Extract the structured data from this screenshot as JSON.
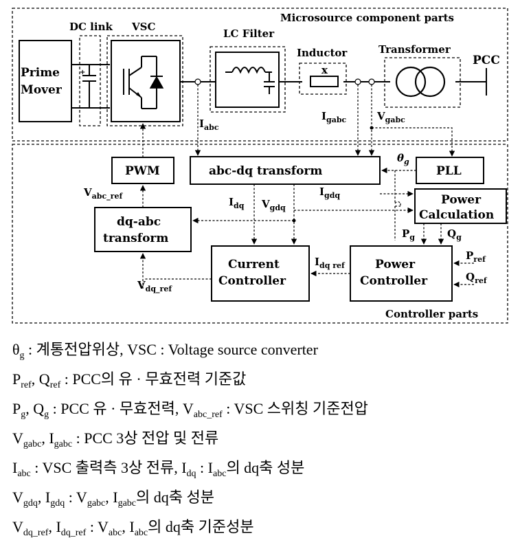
{
  "regions": {
    "microsource": "Microsource component parts",
    "controller": "Controller parts"
  },
  "labels": {
    "dc_link": "DC link",
    "vsc": "VSC",
    "lc_filter": "LC Filter",
    "inductor": "Inductor",
    "inductor_x": "x",
    "transformer": "Transformer",
    "pcc": "PCC",
    "prime_mover_1": "Prime",
    "prime_mover_2": "Mover",
    "pwm": "PWM",
    "abcdq": "abc-dq transform",
    "pll": "PLL",
    "power_calc_1": "Power",
    "power_calc_2": "Calculation",
    "dqabc_1": "dq-abc",
    "dqabc_2": "transform",
    "current_ctrl_1": "Current",
    "current_ctrl_2": "Controller",
    "power_ctrl_1": "Power",
    "power_ctrl_2": "Controller"
  },
  "signals": {
    "i_abc": {
      "main": "I",
      "sub": "abc"
    },
    "i_gabc": {
      "main": "I",
      "sub": "gabc"
    },
    "v_gabc": {
      "main": "V",
      "sub": "gabc"
    },
    "theta_g": {
      "main": "θ",
      "sub": "g"
    },
    "v_abc_ref": {
      "main": "V",
      "sub": "abc_ref"
    },
    "i_gdq": {
      "main": "I",
      "sub": "gdq"
    },
    "i_dq": {
      "main": "I",
      "sub": "dq"
    },
    "v_gdq": {
      "main": "V",
      "sub": "gdq"
    },
    "p_g": {
      "main": "P",
      "sub": "g"
    },
    "q_g": {
      "main": "Q",
      "sub": "g"
    },
    "i_dq_ref": {
      "main": "I",
      "sub": "dq ref"
    },
    "p_ref": {
      "main": "P",
      "sub": "ref"
    },
    "q_ref": {
      "main": "Q",
      "sub": "ref"
    },
    "v_dq_ref": {
      "main": "V",
      "sub": "dq_ref"
    }
  },
  "legend": {
    "l1": {
      "a": "θ",
      "b": "g",
      "c": " : 계통전압위상, VSC : Voltage source converter"
    },
    "l2": {
      "a": "P",
      "b": "ref",
      "c": ", Q",
      "d": "ref",
      "e": " : PCC의 유 · 무효전력 기준값"
    },
    "l3": {
      "a": "P",
      "b": "g",
      "c": ", Q",
      "d": "g",
      "e": " : PCC 유 · 무효전력, V",
      "f": "abc_ref",
      "g": " : VSC 스위칭 기준전압"
    },
    "l4": {
      "a": "V",
      "b": "gabc",
      "c": ", I",
      "d": "gabc",
      "e": " : PCC 3상 전압 및 전류"
    },
    "l5": {
      "a": "I",
      "b": "abc",
      "c": " : VSC 출력측 3상 전류, I",
      "d": "dq",
      "e": " : I",
      "f": "abc",
      "g": "의 dq축 성분"
    },
    "l6": {
      "a": "V",
      "b": "gdq",
      "c": ", I",
      "d": "gdq",
      "e": " : V",
      "f": "gabc",
      "g": ", I",
      "h": "gabc",
      "i": "의 dq축 성분"
    },
    "l7": {
      "a": "V",
      "b": "dq_ref",
      "c": ", I",
      "d": "dq_ref",
      "e": " : V",
      "f": "abc",
      "g": ", I",
      "h": "abc",
      "i": "의 dq축 기준성분"
    }
  }
}
